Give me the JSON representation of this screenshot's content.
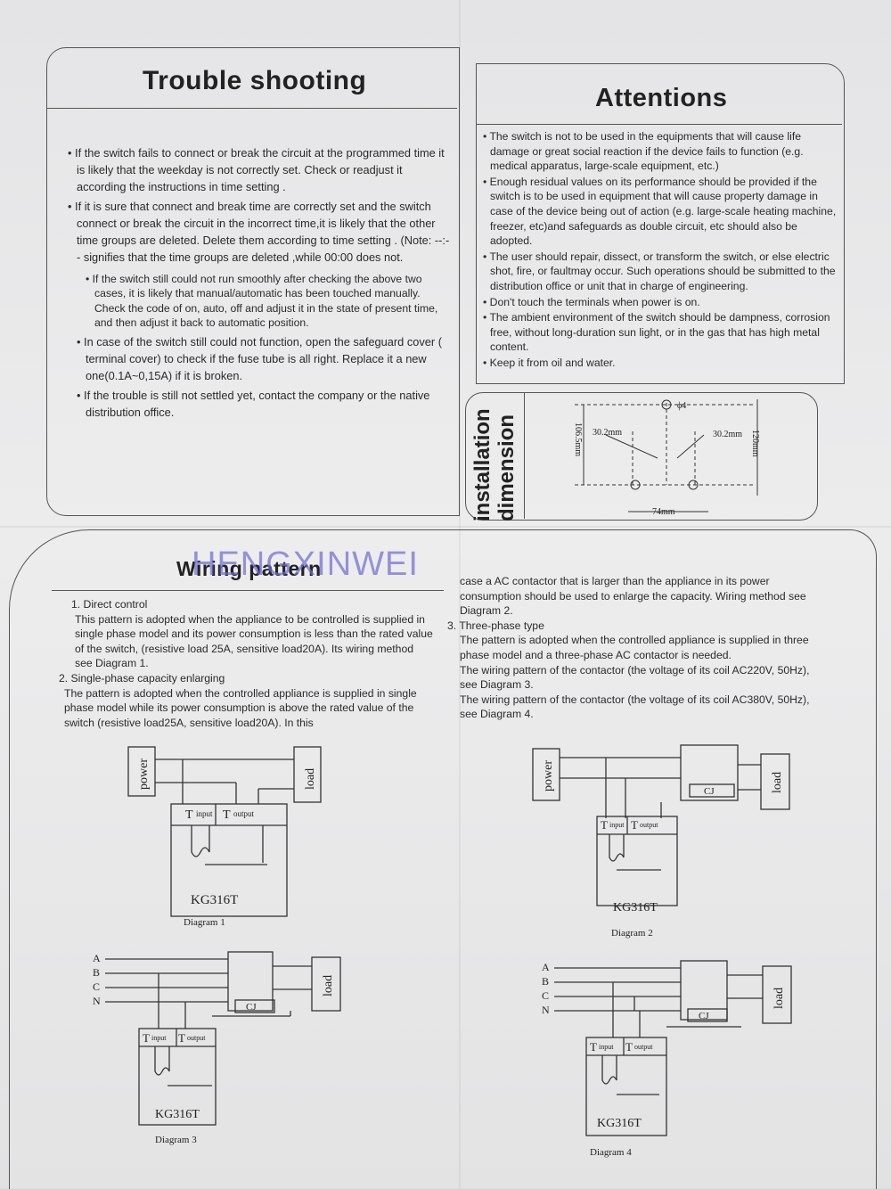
{
  "troubleshooting": {
    "title": "Trouble shooting",
    "items": [
      "If the switch fails to connect or break the circuit at the programmed time it is likely that the weekday is not correctly set. Check or readjust it according the instructions in time setting .",
      "If it is sure that connect and break time are correctly set and the switch connect or break the circuit in the incorrect time,it is likely that the other time groups are deleted. Delete them according to time setting . (Note: --:-- signifies that the time groups are deleted ,while 00:00 does not.",
      "If the switch still could not run smoothly after checking the above two cases, it is likely that manual/automatic has been touched manually. Check the code of on, auto, off and adjust it in the state of present time, and then adjust it back to automatic position.",
      "In case of the switch still could not function, open the safeguard cover ( terminal cover) to check if the fuse tube is all right. Replace it a new one(0.1A~0,15A) if it is broken.",
      "If the trouble is still not settled yet, contact the company or the native distribution office."
    ]
  },
  "attentions": {
    "title": "Attentions",
    "items": [
      "The switch is not to be used in the equipments that will cause life damage or great social reaction if the device fails to function (e.g. medical apparatus, large-scale equipment, etc.)",
      "Enough residual values on its performance should be provided if the switch is to be used in equipment that will cause property damage in case of the device being out of action (e.g. large-scale heating machine, freezer, etc)and safeguards as double circuit, etc should also be adopted.",
      "The user should repair, dissect, or transform the switch, or else electric shot, fire, or faultmay occur. Such operations should be submitted to the distribution office or unit that in charge of engineering.",
      "Don't touch the terminals when power is on.",
      "The ambient environment of the switch should be dampness, corrosion free, without long-duration sun light, or in the gas that has high metal content.",
      "Keep it from oil and water."
    ]
  },
  "installation": {
    "title": "installation dimension",
    "dims": {
      "hole": "ϕ4",
      "left_offset": "30.2mm",
      "right_offset": "30.2mm",
      "height_inner": "106.5mm",
      "height_outer": "120mm",
      "width": "74mm"
    }
  },
  "wiring": {
    "title": "Wiring pattern",
    "watermark": "HENGXINWEI",
    "col1": {
      "h1": "1. Direct control",
      "p1": "This pattern is adopted when the appliance to be controlled is supplied in single phase model and its power consumption is less than the rated value of the switch, (resistive load 25A, sensitive load20A). Its wiring method see Diagram 1.",
      "h2": "2. Single-phase capacity enlarging",
      "p2": "The pattern is adopted when the controlled appliance is supplied in single phase model while its power consumption is above the rated value of the switch (resistive load25A, sensitive load20A). In this"
    },
    "col2": {
      "p0": "case a AC contactor that is larger than the appliance in its power consumption should be used to enlarge the capacity. Wiring method see Diagram 2.",
      "h3": "3. Three-phase type",
      "p3": "The pattern is adopted when the controlled appliance is supplied in three phase model and a three-phase AC contactor is needed.",
      "p4": "The wiring pattern of the contactor (the voltage of its coil AC220V, 50Hz), see Diagram 3.",
      "p5": "The wiring pattern of the contactor (the voltage of its coil AC380V, 50Hz), see Diagram 4."
    }
  },
  "diagrams": {
    "d1": {
      "caption": "Diagram 1",
      "model": "KG316T",
      "power": "power",
      "load": "load",
      "t": "T",
      "input": "input",
      "output": "output"
    },
    "d2": {
      "caption": "Diagram 2",
      "model": "KG316T",
      "power": "power",
      "load": "load",
      "cj": "CJ",
      "t": "T",
      "input": "input",
      "output": "output"
    },
    "d3": {
      "caption": "Diagram 3",
      "model": "KG316T",
      "load": "load",
      "cj": "CJ",
      "lines": [
        "A",
        "B",
        "C",
        "N"
      ],
      "t": "T",
      "input": "input",
      "output": "output"
    },
    "d4": {
      "caption": "Diagram 4",
      "model": "KG316T",
      "load": "load",
      "cj": "CJ",
      "lines": [
        "A",
        "B",
        "C",
        "N"
      ],
      "t": "T",
      "input": "input",
      "output": "output"
    }
  }
}
